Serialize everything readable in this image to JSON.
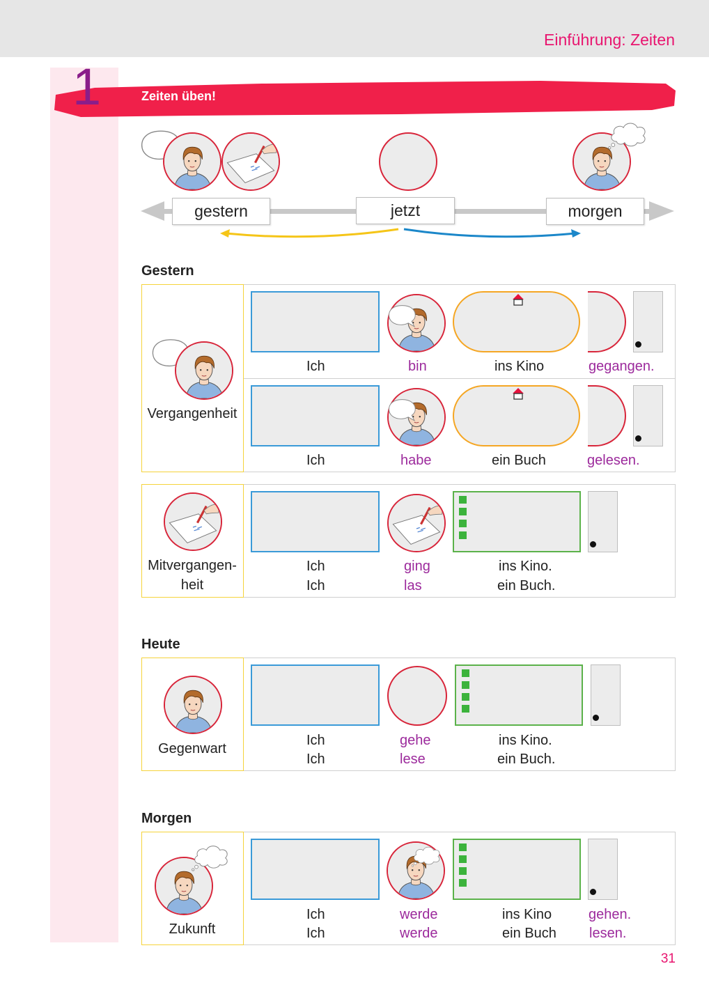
{
  "header": {
    "title": "Einführung: Zeiten"
  },
  "chapter": {
    "number": "1",
    "banner": "Zeiten üben!"
  },
  "timeline": {
    "past": "gestern",
    "now": "jetzt",
    "future": "morgen"
  },
  "sections": {
    "gestern": "Gestern",
    "heute": "Heute",
    "morgen": "Morgen"
  },
  "perfekt": {
    "label": "Vergangenheit",
    "rows": [
      {
        "subject": "Ich",
        "aux": "bin",
        "object": "ins Kino",
        "participle": "gegangen."
      },
      {
        "subject": "Ich",
        "aux": "habe",
        "object": "ein Buch",
        "participle": "gelesen."
      }
    ]
  },
  "praeteritum": {
    "label_line1": "Mitvergangen-",
    "label_line2": "heit",
    "rows": [
      {
        "subject": "Ich",
        "verb": "ging",
        "object": "ins Kino."
      },
      {
        "subject": "Ich",
        "verb": "las",
        "object": "ein Buch."
      }
    ]
  },
  "praesens": {
    "label": "Gegenwart",
    "rows": [
      {
        "subject": "Ich",
        "verb": "gehe",
        "object": "ins Kino."
      },
      {
        "subject": "Ich",
        "verb": "lese",
        "object": "ein Buch."
      }
    ]
  },
  "futur": {
    "label": "Zukunft",
    "rows": [
      {
        "subject": "Ich",
        "aux": "werde",
        "object": "ins Kino",
        "infinitive": "gehen."
      },
      {
        "subject": "Ich",
        "aux": "werde",
        "object": "ein Buch",
        "infinitive": "lesen."
      }
    ]
  },
  "page": {
    "number": "31"
  },
  "colors": {
    "accent_pink": "#e8156f",
    "banner_red": "#f0204a",
    "chapter_purple": "#8a1d8a",
    "verb_purple": "#9c2a9c",
    "circle_red": "#d8253a",
    "subject_blue": "#3a9ad8",
    "object_orange": "#f5a623",
    "object_green": "#5bb24a",
    "arrow_yellow": "#f5c518",
    "arrow_blue": "#1b87c9"
  }
}
